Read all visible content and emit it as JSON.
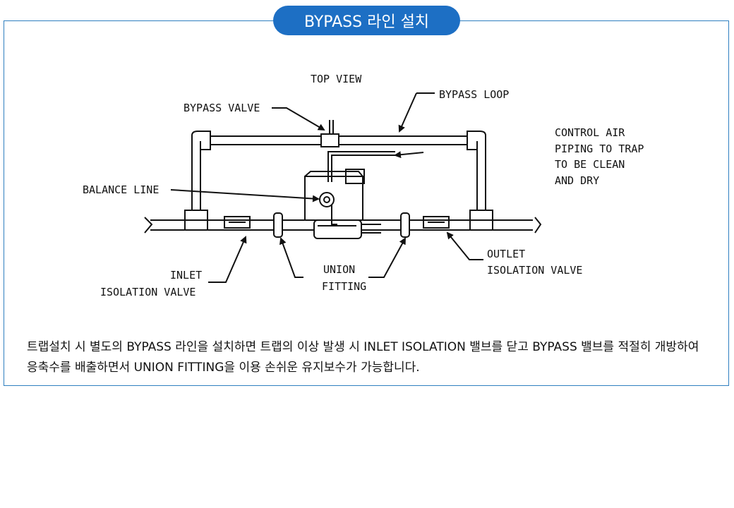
{
  "title": "BYPASS 라인 설치",
  "diagram": {
    "view_label": "TOP VIEW",
    "bypass_valve": "BYPASS VALVE",
    "bypass_loop": "BYPASS LOOP",
    "control_air": [
      "CONTROL AIR",
      "PIPING TO TRAP",
      "TO BE CLEAN",
      "AND DRY"
    ],
    "balance_line": "BALANCE LINE",
    "outlet": [
      "OUTLET",
      "ISOLATION VALVE"
    ],
    "inlet": [
      "INLET",
      "ISOLATION VALVE"
    ],
    "union": [
      "UNION",
      "FITTING"
    ]
  },
  "description": "트랩설치 시 별도의 BYPASS 라인을 설치하면 트랩의 이상 발생 시 INLET ISOLATION 밸브를 닫고 BYPASS 밸브를 적절히 개방하여 응축수를 배출하면서 UNION FITTING을 이용 손쉬운 유지보수가 가능합니다."
}
